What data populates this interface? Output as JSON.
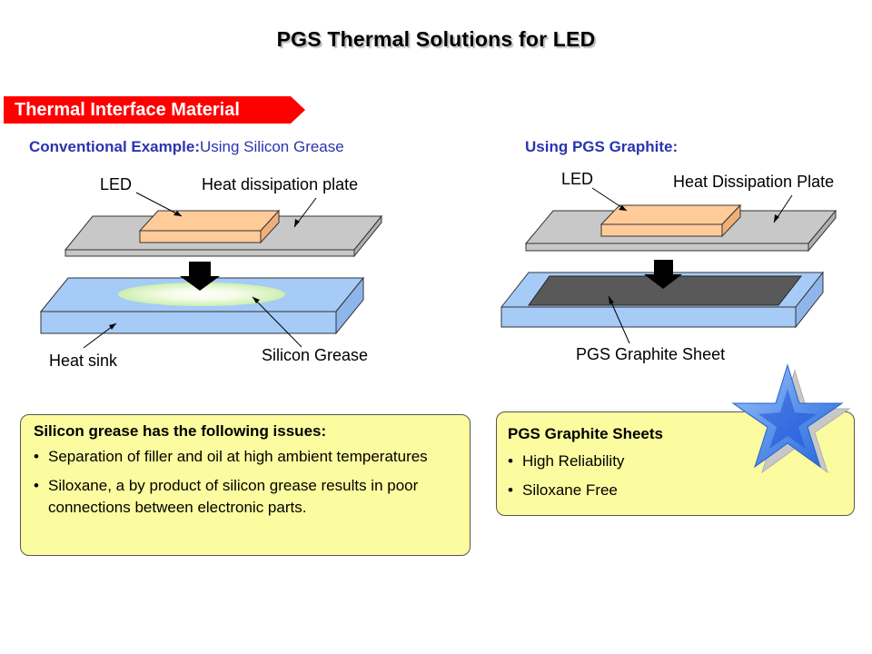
{
  "title": "PGS Thermal Solutions for LED",
  "section_banner": "Thermal Interface Material",
  "left": {
    "heading_bold": "Conventional Example:",
    "heading_rest": "Using Silicon Grease",
    "labels": {
      "led": "LED",
      "plate": "Heat dissipation plate",
      "heat_sink": "Heat sink",
      "grease": "Silicon Grease"
    },
    "box": {
      "title": "Silicon  grease has the following  issues:",
      "items": [
        "Separation of filler and oil at high ambient temperatures",
        "Siloxane, a by product of silicon grease results in poor connections between electronic parts."
      ]
    }
  },
  "right": {
    "heading": "Using PGS Graphite:",
    "labels": {
      "led": "LED",
      "plate": "Heat Dissipation Plate",
      "sheet": "PGS Graphite Sheet"
    },
    "box": {
      "title": "PGS Graphite Sheets",
      "items": [
        "High Reliability",
        "Siloxane Free"
      ]
    }
  },
  "bullet": "•",
  "colors": {
    "banner": "#ff0000",
    "heading": "#2a34b0",
    "led": "#ffcc99",
    "plate": "#c8c8c8",
    "heatsink": "#a6cbf7",
    "graphite": "#595959",
    "box_fill": "#fbfb9f",
    "star": "#4f8ef0"
  }
}
